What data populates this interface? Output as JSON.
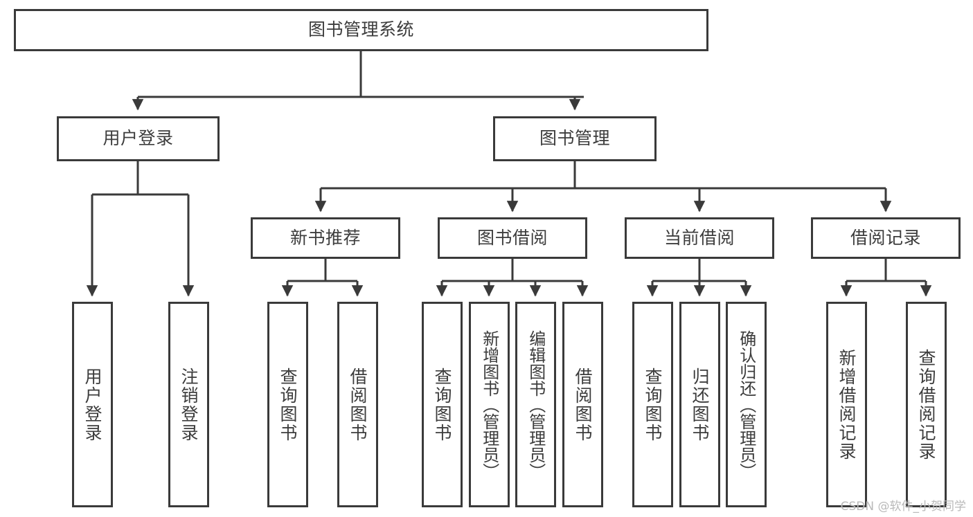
{
  "diagram": {
    "title": "图书管理系统",
    "watermark": "CSDN @软件_小贺同学",
    "colors": {
      "box_border": "#3a3a3a",
      "box_fill": "#ffffff",
      "edge": "#3a3a3a",
      "text": "#3c3c3c",
      "watermark": "#b9b9b9",
      "background": "#ffffff"
    },
    "root": {
      "label": "图书管理系统"
    },
    "level1": [
      {
        "label": "用户登录"
      },
      {
        "label": "图书管理"
      }
    ],
    "level2": [
      {
        "label": "新书推荐"
      },
      {
        "label": "图书借阅"
      },
      {
        "label": "当前借阅"
      },
      {
        "label": "借阅记录"
      }
    ],
    "leaves": {
      "user_login": [
        {
          "label": "用户登录"
        },
        {
          "label": "注销登录"
        }
      ],
      "new_book_recommend": [
        {
          "label": "查询图书"
        },
        {
          "label": "借阅图书"
        }
      ],
      "book_borrow": [
        {
          "label": "查询图书"
        },
        {
          "label": "新增图书（管理员）"
        },
        {
          "label": "编辑图书（管理员）"
        },
        {
          "label": "借阅图书"
        }
      ],
      "current_borrow": [
        {
          "label": "查询图书"
        },
        {
          "label": "归还图书"
        },
        {
          "label": "确认归还（管理员）"
        }
      ],
      "borrow_record": [
        {
          "label": "新增借阅记录"
        },
        {
          "label": "查询借阅记录"
        }
      ]
    }
  }
}
